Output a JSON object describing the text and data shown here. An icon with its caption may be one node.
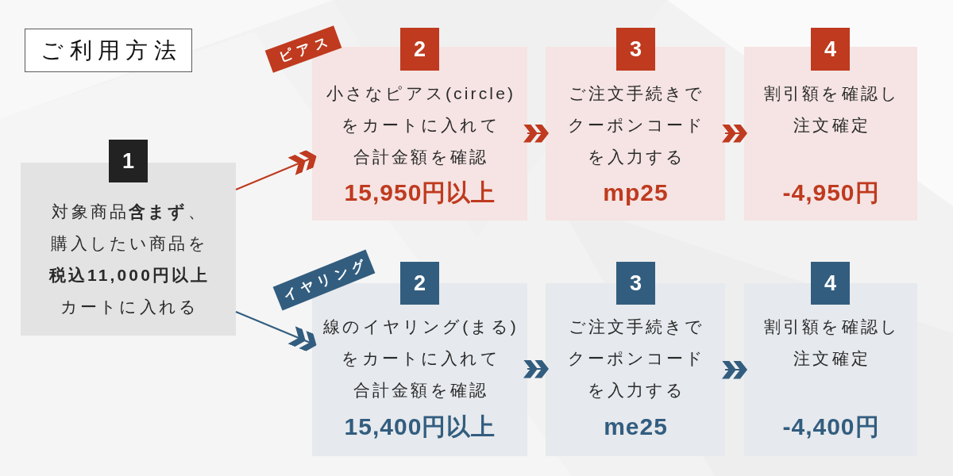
{
  "diagram": {
    "title": "ご利用方法",
    "nodes": [
      {
        "text": [
          "1"
        ]
      },
      {
        "text": [
          "対象商品**含まず**、購入したい商品を**税込11,000円以上**カートに入れる"
        ]
      },
      {
        "text": [
          "ピアス"
        ]
      },
      {
        "text": [
          "2"
        ]
      },
      {
        "text": [
          "小さなピアス(circle)をカートに入れて合計金額を確認",
          "15,950円以上"
        ]
      },
      {
        "text": [
          "3"
        ]
      },
      {
        "text": [
          "ご注文手続きでクーポンコードを入力する",
          "mp25"
        ]
      },
      {
        "text": [
          "4"
        ]
      },
      {
        "text": [
          "割引額を確認し注文確定",
          "-4,950円"
        ]
      },
      {
        "text": [
          "イヤリング"
        ]
      },
      {
        "text": [
          "2"
        ]
      },
      {
        "text": [
          "線のイヤリング(まる)をカートに入れて合計金額を確認",
          "15,400円以上"
        ]
      },
      {
        "text": [
          "3"
        ]
      },
      {
        "text": [
          "ご注文手続きでクーポンコードを入力する",
          "me25"
        ]
      },
      {
        "text": [
          "4"
        ]
      },
      {
        "text": [
          "割引額を確認し注文確定",
          "-4,400円"
        ]
      }
    ],
    "edges": [
      {
        "from": 1,
        "to": 4,
        "arrow": "to",
        "color": "#bf3a1f"
      },
      {
        "from": 4,
        "to": 6,
        "arrow": "to",
        "color": "#bf3a1f"
      },
      {
        "from": 6,
        "to": 8,
        "arrow": "to",
        "color": "#bf3a1f"
      },
      {
        "from": 1,
        "to": 11,
        "arrow": "to",
        "color": "#325d7f"
      },
      {
        "from": 11,
        "to": 13,
        "arrow": "to",
        "color": "#325d7f"
      },
      {
        "from": 13,
        "to": 15,
        "arrow": "to",
        "color": "#325d7f"
      }
    ]
  }
}
